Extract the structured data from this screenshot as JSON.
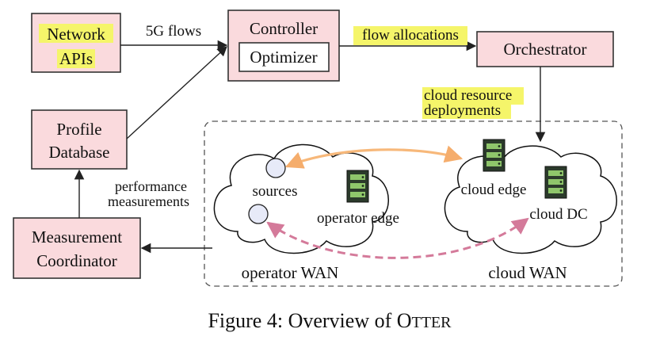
{
  "nodes": {
    "network_apis": {
      "line1": "Network",
      "line2": "APIs"
    },
    "controller": {
      "label": "Controller"
    },
    "optimizer": {
      "label": "Optimizer"
    },
    "orchestrator": {
      "label": "Orchestrator"
    },
    "profile_db": {
      "line1": "Profile",
      "line2": "Database"
    },
    "measurement_coord": {
      "line1": "Measurement",
      "line2": "Coordinator"
    }
  },
  "edges": {
    "flows_5g": "5G flows",
    "flow_allocations": "flow allocations",
    "cloud_resource_line1": "cloud resource",
    "cloud_resource_line2": "deployments",
    "perf_line1": "performance",
    "perf_line2": "measurements"
  },
  "wan": {
    "sources": "sources",
    "operator_edge": "operator edge",
    "cloud_edge": "cloud edge",
    "cloud_dc": "cloud DC",
    "operator_wan": "operator WAN",
    "cloud_wan": "cloud WAN"
  },
  "caption": {
    "prefix": "Figure 4: Overview of O",
    "smallcaps": "TTER"
  },
  "colors": {
    "box_fill": "#fadadd",
    "highlight": "#f5f56a",
    "orange_flow": "#f7b87a",
    "pink_flow": "#d47a9a",
    "server_green": "#8fc66b"
  }
}
